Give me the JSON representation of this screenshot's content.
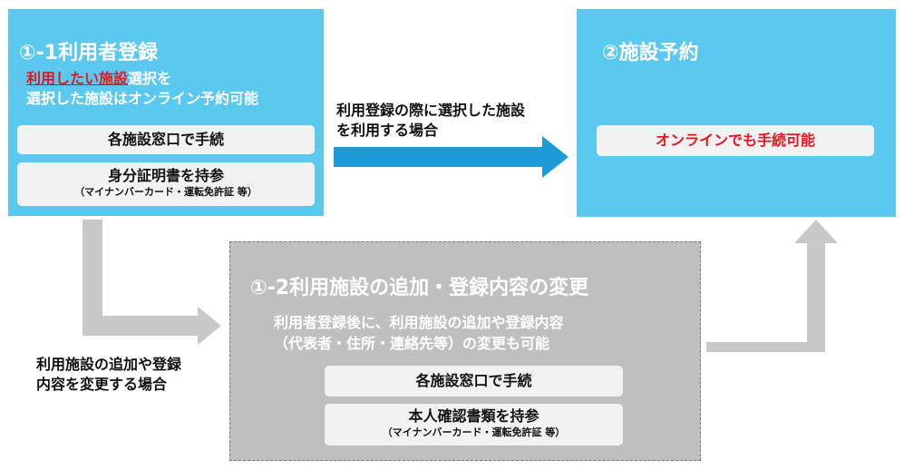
{
  "colors": {
    "blue": "#5bc8f0",
    "grey_box": "#bfbfbf",
    "pill": "#f2f2f2",
    "red": "#e8141e",
    "arrow_blue": "#1d9bd8",
    "arrow_grey": "#c8c8c8"
  },
  "box1": {
    "title": "①-1利用者登録",
    "line1_highlight": "利用したい施設",
    "line1_rest": "選択を",
    "line2": "選択した施設はオンライン予約可能",
    "pill1": "各施設窓口で手続",
    "pill2_main": "身分証明書を持参",
    "pill2_sub": "（マイナンバーカード・運転免許証 等）"
  },
  "box2": {
    "title": "②施設予約",
    "pill": "オンラインでも手続可能"
  },
  "box3": {
    "title": "①-2利用施設の追加・登録内容の変更",
    "line1": "利用者登録後に、利用施設の追加や登録内容",
    "line2": "（代表者・住所・連絡先等）の変更も可能",
    "pill1": "各施設窓口で手続",
    "pill2_main": "本人確認書類を持参",
    "pill2_sub": "（マイナンバーカード・運転免許証 等）"
  },
  "labels": {
    "arrow_right_line1": "利用登録の際に選択した施設",
    "arrow_right_line2": "を利用する場合",
    "arrow_down_line1": "利用施設の追加や登録",
    "arrow_down_line2": "内容を変更する場合"
  }
}
